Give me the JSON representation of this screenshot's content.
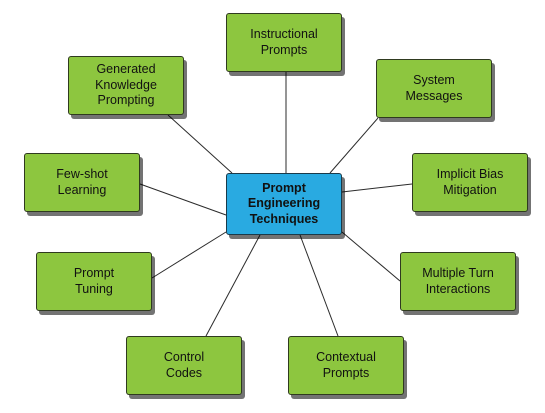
{
  "center": {
    "label": "Prompt\nEngineering\nTechniques"
  },
  "colors": {
    "center_fill": "#29aae1",
    "node_fill": "#8dc63f",
    "line": "#2b2b2b",
    "background": "#ffffff"
  },
  "nodes": [
    {
      "id": "instructional",
      "label": "Instructional\nPrompts"
    },
    {
      "id": "system",
      "label": "System\nMessages"
    },
    {
      "id": "bias",
      "label": "Implicit Bias\nMitigation"
    },
    {
      "id": "multiturn",
      "label": "Multiple Turn\nInteractions"
    },
    {
      "id": "contextual",
      "label": "Contextual\nPrompts"
    },
    {
      "id": "control",
      "label": "Control\nCodes"
    },
    {
      "id": "tuning",
      "label": "Prompt\nTuning"
    },
    {
      "id": "fewshot",
      "label": "Few-shot\nLearning"
    },
    {
      "id": "generated",
      "label": "Generated\nKnowledge\nPrompting"
    }
  ]
}
